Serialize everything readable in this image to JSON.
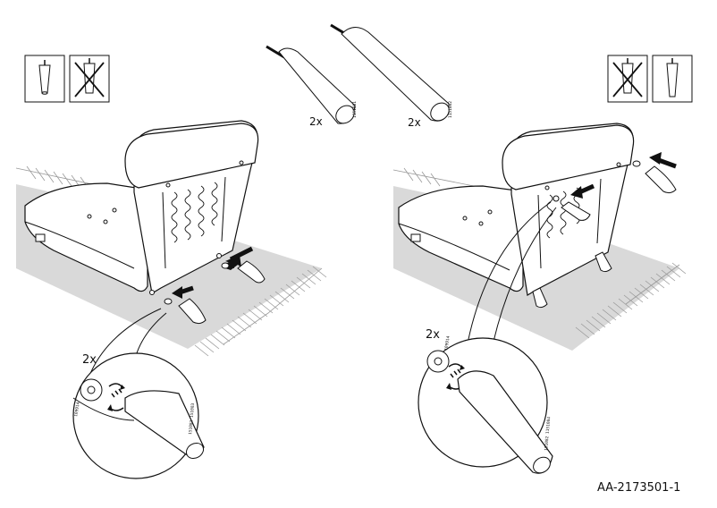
{
  "document": {
    "code": "AA-2173501-1"
  },
  "legs": {
    "left_qty": "2x",
    "right_qty": "2x",
    "left_part_no": "1151081",
    "right_part_no": "1151082"
  },
  "steps": {
    "left_detail_qty": "2x",
    "right_detail_qty": "2x",
    "left_washer_no": "109914",
    "right_washer_no": "109914",
    "left_leg_code": "151081 151083",
    "right_leg_code": "151082 1151084"
  },
  "icons": {
    "left_pair": [
      "leg-correct-icon",
      "leg-wrong-icon"
    ],
    "right_pair": [
      "leg-wrong-icon",
      "leg-correct-icon"
    ]
  }
}
